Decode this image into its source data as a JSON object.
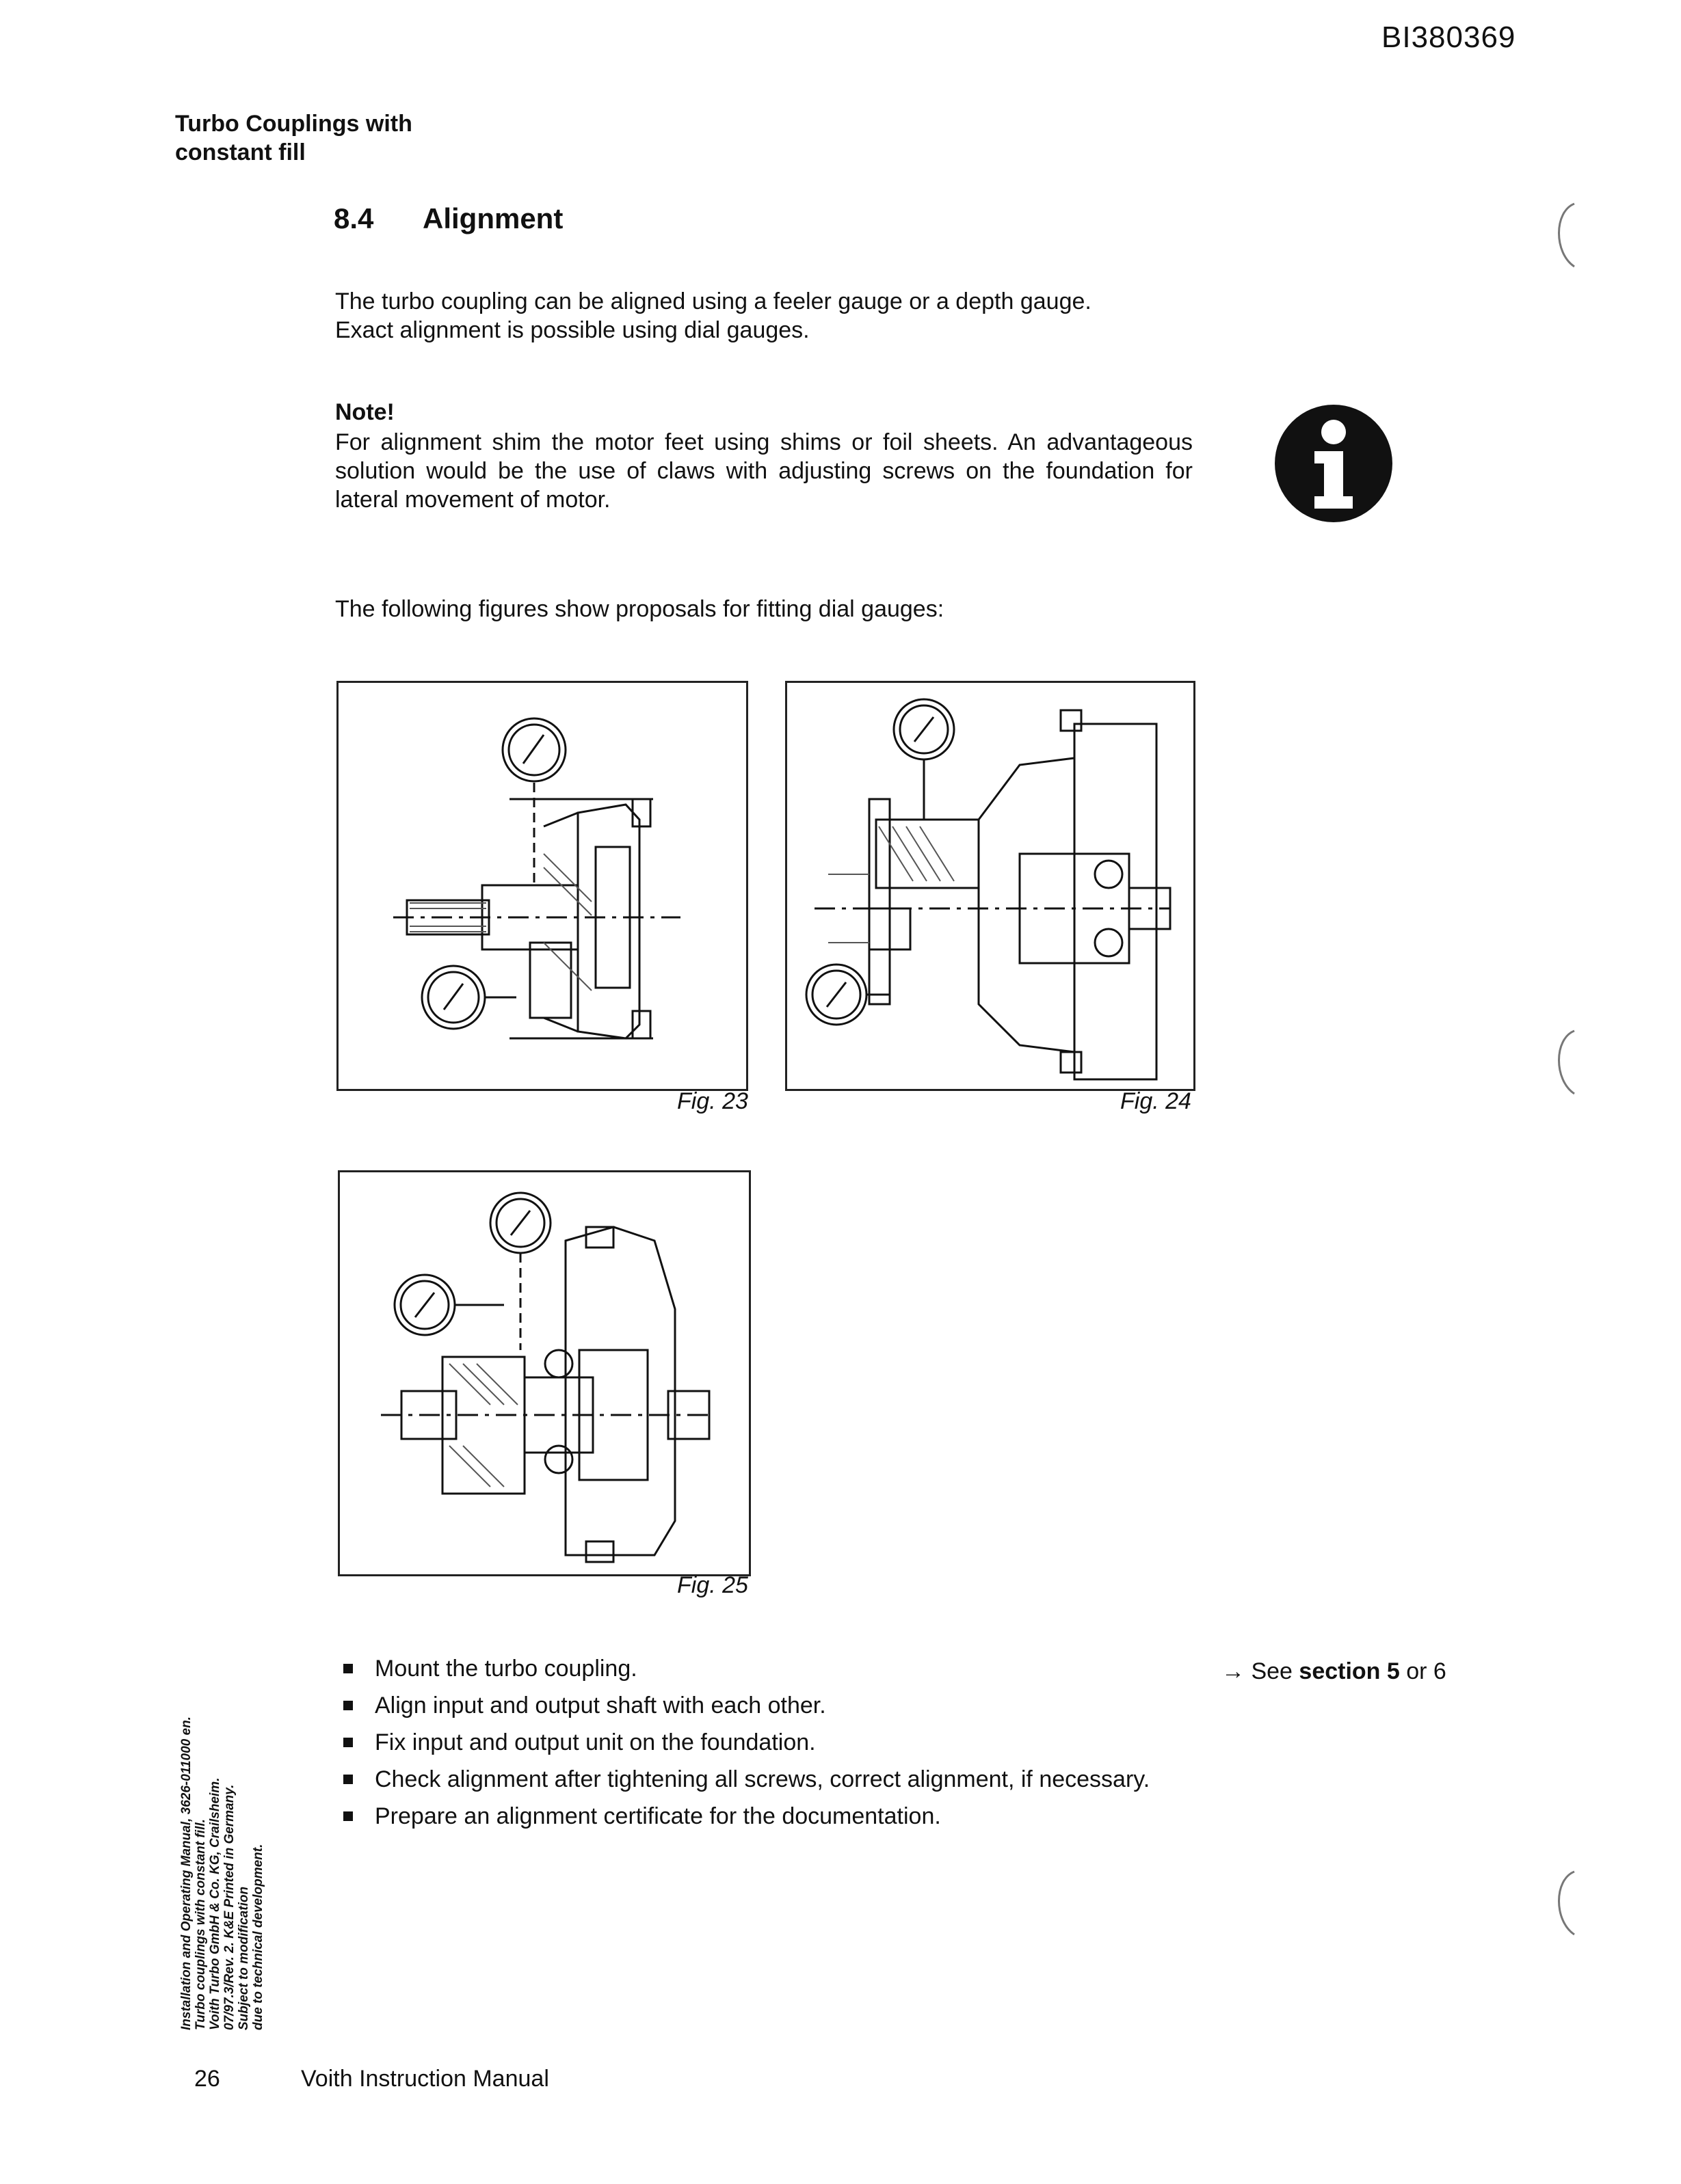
{
  "doc_id": "BI380369",
  "header": {
    "line1": "Turbo Couplings with",
    "line2": "constant fill"
  },
  "section": {
    "number": "8.4",
    "title": "Alignment"
  },
  "intro": {
    "line1": "The turbo coupling can be aligned using a feeler gauge or a depth gauge.",
    "line2": "Exact alignment is possible using dial gauges."
  },
  "note": {
    "label": "Note!",
    "text": "For alignment shim the motor feet using shims or foil sheets. An advantageous solution would be the use of claws with adjusting screws on the foundation for lateral movement of motor."
  },
  "info_icon": "info-icon",
  "figures_intro": "The following figures show proposals for fitting dial gauges:",
  "figures": [
    {
      "caption": "Fig. 23"
    },
    {
      "caption": "Fig. 24"
    },
    {
      "caption": "Fig. 25"
    }
  ],
  "steps": [
    "Mount the turbo coupling.",
    "Align input and output shaft with each other.",
    "Fix input and output unit on the foundation.",
    "Check alignment after tightening all screws, correct alignment, if necessary.",
    "Prepare an alignment certificate for the documentation."
  ],
  "xref": {
    "arrow": "→",
    "prefix": "See",
    "section": "section 5",
    "suffix": "or 6"
  },
  "side_note": [
    "Installation and Operating Manual, 3626-011000 en.",
    "Turbo couplings with constant fill.",
    "Voith Turbo GmbH & Co. KG, Crailsheim.",
    "07/97.3/Rev. 2. K&E Printed in Germany.",
    "Subject to modification",
    "due to technical development."
  ],
  "footer": {
    "page": "26",
    "title": "Voith Instruction Manual"
  }
}
